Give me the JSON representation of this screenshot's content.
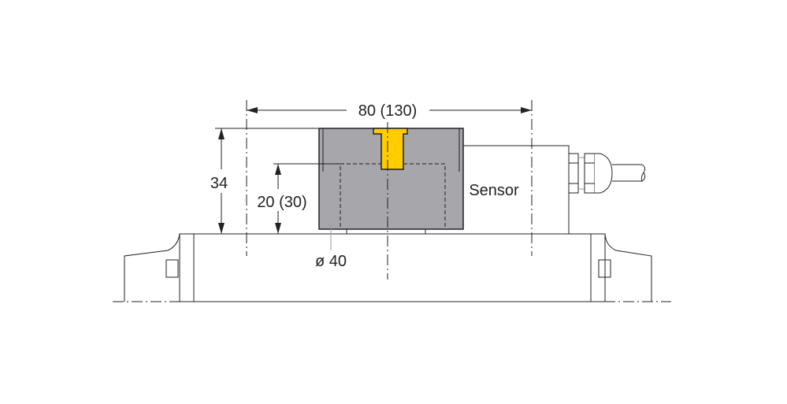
{
  "labels": {
    "width_dimension": "80 (130)",
    "height_dimension": "34",
    "sensor_height_dimension": "20 (30)",
    "diameter": "ø 40",
    "sensor": "Sensor"
  },
  "colors": {
    "housing": "#a7a6ab",
    "actuator": "#ffcc00",
    "line": "#222222"
  }
}
